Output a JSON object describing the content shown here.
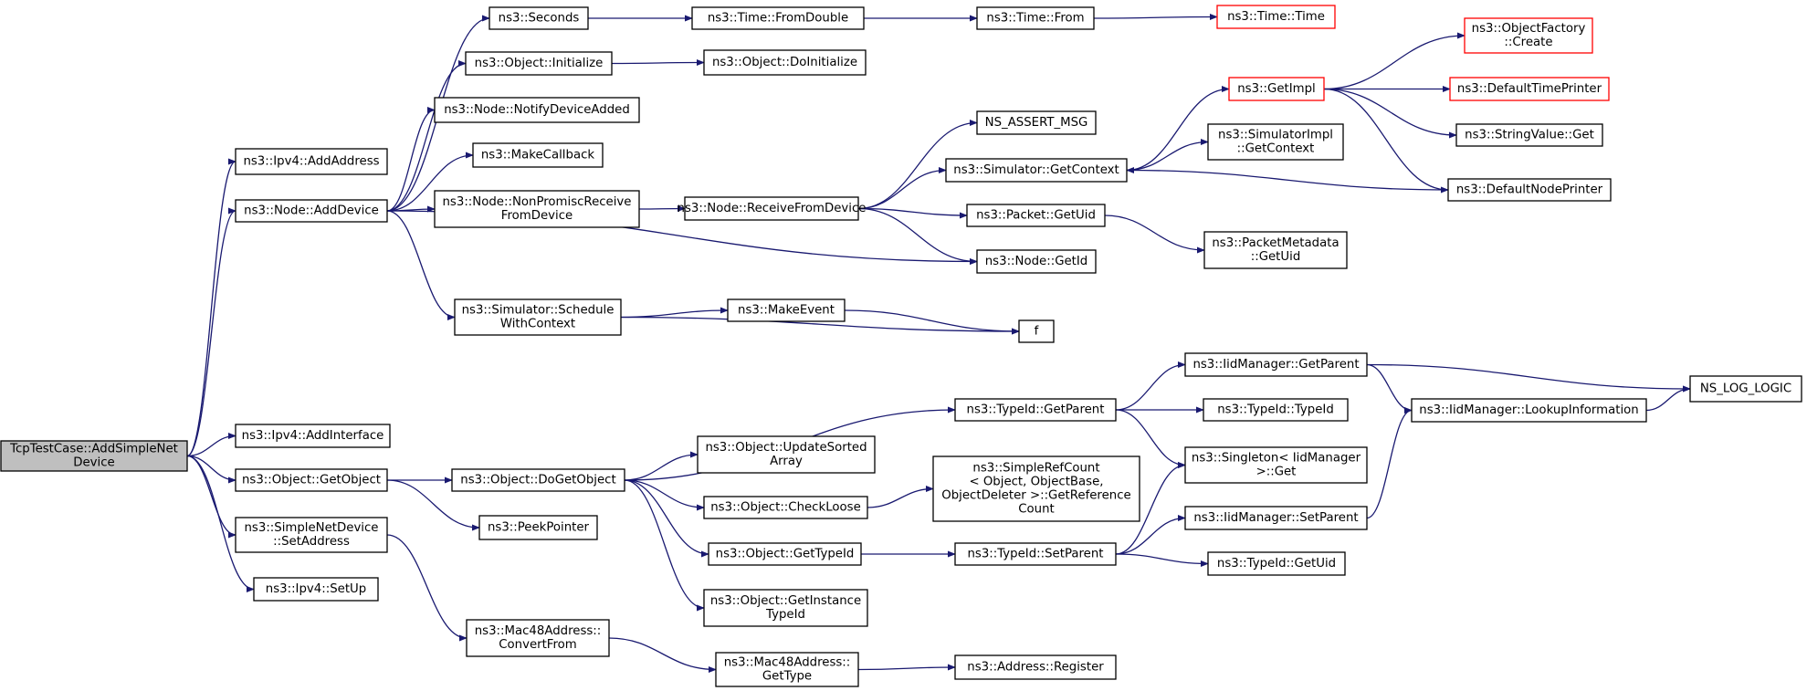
{
  "diagram": {
    "type": "call-graph",
    "nodes": [
      {
        "id": "root",
        "lines": [
          "TcpTestCase::AddSimpleNet",
          "Device"
        ],
        "style": "root"
      },
      {
        "id": "ipv4_addaddress",
        "lines": [
          "ns3::Ipv4::AddAddress"
        ]
      },
      {
        "id": "node_adddevice",
        "lines": [
          "ns3::Node::AddDevice"
        ]
      },
      {
        "id": "ipv4_addinterface",
        "lines": [
          "ns3::Ipv4::AddInterface"
        ]
      },
      {
        "id": "object_getobject",
        "lines": [
          "ns3::Object::GetObject"
        ]
      },
      {
        "id": "simplenetdevice_setaddress",
        "lines": [
          "ns3::SimpleNetDevice",
          "::SetAddress"
        ]
      },
      {
        "id": "ipv4_setup",
        "lines": [
          "ns3::Ipv4::SetUp"
        ]
      },
      {
        "id": "seconds",
        "lines": [
          "ns3::Seconds"
        ]
      },
      {
        "id": "object_initialize",
        "lines": [
          "ns3::Object::Initialize"
        ]
      },
      {
        "id": "node_notifydeviceadded",
        "lines": [
          "ns3::Node::NotifyDeviceAdded"
        ]
      },
      {
        "id": "makecallback",
        "lines": [
          "ns3::MakeCallback"
        ]
      },
      {
        "id": "node_nonpromiscreceive",
        "lines": [
          "ns3::Node::NonPromiscReceive",
          "FromDevice"
        ]
      },
      {
        "id": "simulator_schedulewithcontext",
        "lines": [
          "ns3::Simulator::Schedule",
          "WithContext"
        ]
      },
      {
        "id": "object_dogetobject",
        "lines": [
          "ns3::Object::DoGetObject"
        ]
      },
      {
        "id": "peekpointer",
        "lines": [
          "ns3::PeekPointer"
        ]
      },
      {
        "id": "mac48_convertfrom",
        "lines": [
          "ns3::Mac48Address::",
          "ConvertFrom"
        ]
      },
      {
        "id": "time_fromdouble",
        "lines": [
          "ns3::Time::FromDouble"
        ]
      },
      {
        "id": "object_doinitialize",
        "lines": [
          "ns3::Object::DoInitialize"
        ]
      },
      {
        "id": "node_receivefromdevice",
        "lines": [
          "ns3::Node::ReceiveFromDevice"
        ]
      },
      {
        "id": "makeevent",
        "lines": [
          "ns3::MakeEvent"
        ]
      },
      {
        "id": "object_updatesortedarray",
        "lines": [
          "ns3::Object::UpdateSorted",
          "Array"
        ]
      },
      {
        "id": "object_checkloose",
        "lines": [
          "ns3::Object::CheckLoose"
        ]
      },
      {
        "id": "object_gettypeid",
        "lines": [
          "ns3::Object::GetTypeId"
        ]
      },
      {
        "id": "object_getinstancetypeid",
        "lines": [
          "ns3::Object::GetInstance",
          "TypeId"
        ]
      },
      {
        "id": "mac48_gettype",
        "lines": [
          "ns3::Mac48Address::",
          "GetType"
        ]
      },
      {
        "id": "time_from",
        "lines": [
          "ns3::Time::From"
        ]
      },
      {
        "id": "ns_assert_msg",
        "lines": [
          "NS_ASSERT_MSG"
        ]
      },
      {
        "id": "simulator_getcontext",
        "lines": [
          "ns3::Simulator::GetContext"
        ]
      },
      {
        "id": "packet_getuid",
        "lines": [
          "ns3::Packet::GetUid"
        ]
      },
      {
        "id": "node_getid",
        "lines": [
          "ns3::Node::GetId"
        ]
      },
      {
        "id": "f",
        "lines": [
          "f"
        ]
      },
      {
        "id": "typeid_getparent",
        "lines": [
          "ns3::TypeId::GetParent"
        ]
      },
      {
        "id": "simplerefcount",
        "lines": [
          "ns3::SimpleRefCount",
          "< Object, ObjectBase,",
          "ObjectDeleter >::GetReference",
          "Count"
        ]
      },
      {
        "id": "typeid_setparent",
        "lines": [
          "ns3::TypeId::SetParent"
        ]
      },
      {
        "id": "address_register",
        "lines": [
          "ns3::Address::Register"
        ]
      },
      {
        "id": "time_time",
        "lines": [
          "ns3::Time::Time"
        ],
        "style": "red"
      },
      {
        "id": "getimpl",
        "lines": [
          "ns3::GetImpl"
        ],
        "style": "red"
      },
      {
        "id": "simulatorimpl_getcontext",
        "lines": [
          "ns3::SimulatorImpl",
          "::GetContext"
        ]
      },
      {
        "id": "packetmetadata_getuid",
        "lines": [
          "ns3::PacketMetadata",
          "::GetUid"
        ]
      },
      {
        "id": "iidmanager_getparent",
        "lines": [
          "ns3::IidManager::GetParent"
        ]
      },
      {
        "id": "typeid_typeid",
        "lines": [
          "ns3::TypeId::TypeId"
        ]
      },
      {
        "id": "singleton_get",
        "lines": [
          "ns3::Singleton< IidManager",
          ">::Get"
        ]
      },
      {
        "id": "iidmanager_setparent",
        "lines": [
          "ns3::IidManager::SetParent"
        ]
      },
      {
        "id": "typeid_getuid",
        "lines": [
          "ns3::TypeId::GetUid"
        ]
      },
      {
        "id": "objectfactory_create",
        "lines": [
          "ns3::ObjectFactory",
          "::Create"
        ],
        "style": "red"
      },
      {
        "id": "defaulttimeprinter",
        "lines": [
          "ns3::DefaultTimePrinter"
        ],
        "style": "red"
      },
      {
        "id": "stringvalue_get",
        "lines": [
          "ns3::StringValue::Get"
        ]
      },
      {
        "id": "defaultnodeprinter",
        "lines": [
          "ns3::DefaultNodePrinter"
        ]
      },
      {
        "id": "iidmanager_lookupinformation",
        "lines": [
          "ns3::IidManager::LookupInformation"
        ]
      },
      {
        "id": "ns_log_logic",
        "lines": [
          "NS_LOG_LOGIC"
        ]
      }
    ],
    "edges": [
      [
        "root",
        "ipv4_addaddress"
      ],
      [
        "root",
        "node_adddevice"
      ],
      [
        "root",
        "ipv4_addinterface"
      ],
      [
        "root",
        "object_getobject"
      ],
      [
        "root",
        "simplenetdevice_setaddress"
      ],
      [
        "root",
        "ipv4_setup"
      ],
      [
        "node_adddevice",
        "seconds"
      ],
      [
        "node_adddevice",
        "object_initialize"
      ],
      [
        "node_adddevice",
        "node_notifydeviceadded"
      ],
      [
        "node_adddevice",
        "makecallback"
      ],
      [
        "node_adddevice",
        "node_nonpromiscreceive"
      ],
      [
        "node_adddevice",
        "node_getid"
      ],
      [
        "node_adddevice",
        "simulator_schedulewithcontext"
      ],
      [
        "seconds",
        "time_fromdouble"
      ],
      [
        "time_fromdouble",
        "time_from"
      ],
      [
        "time_from",
        "time_time"
      ],
      [
        "object_initialize",
        "object_doinitialize"
      ],
      [
        "node_nonpromiscreceive",
        "node_receivefromdevice"
      ],
      [
        "node_receivefromdevice",
        "ns_assert_msg"
      ],
      [
        "node_receivefromdevice",
        "simulator_getcontext"
      ],
      [
        "node_receivefromdevice",
        "packet_getuid"
      ],
      [
        "node_receivefromdevice",
        "node_getid"
      ],
      [
        "simulator_getcontext",
        "getimpl"
      ],
      [
        "simulator_getcontext",
        "simulatorimpl_getcontext"
      ],
      [
        "getimpl",
        "objectfactory_create"
      ],
      [
        "getimpl",
        "defaulttimeprinter"
      ],
      [
        "getimpl",
        "stringvalue_get"
      ],
      [
        "getimpl",
        "defaultnodeprinter"
      ],
      [
        "defaultnodeprinter",
        "simulator_getcontext"
      ],
      [
        "packet_getuid",
        "packetmetadata_getuid"
      ],
      [
        "simulator_schedulewithcontext",
        "makeevent"
      ],
      [
        "simulator_schedulewithcontext",
        "f"
      ],
      [
        "makeevent",
        "f"
      ],
      [
        "object_getobject",
        "object_dogetobject"
      ],
      [
        "object_getobject",
        "peekpointer"
      ],
      [
        "object_dogetobject",
        "typeid_getparent"
      ],
      [
        "object_dogetobject",
        "object_updatesortedarray"
      ],
      [
        "object_dogetobject",
        "object_checkloose"
      ],
      [
        "object_dogetobject",
        "object_gettypeid"
      ],
      [
        "object_dogetobject",
        "object_getinstancetypeid"
      ],
      [
        "object_checkloose",
        "simplerefcount"
      ],
      [
        "object_gettypeid",
        "typeid_setparent"
      ],
      [
        "typeid_getparent",
        "iidmanager_getparent"
      ],
      [
        "typeid_getparent",
        "typeid_typeid"
      ],
      [
        "typeid_getparent",
        "singleton_get"
      ],
      [
        "iidmanager_getparent",
        "ns_log_logic"
      ],
      [
        "iidmanager_getparent",
        "iidmanager_lookupinformation"
      ],
      [
        "iidmanager_lookupinformation",
        "ns_log_logic"
      ],
      [
        "typeid_setparent",
        "singleton_get"
      ],
      [
        "typeid_setparent",
        "iidmanager_setparent"
      ],
      [
        "typeid_setparent",
        "typeid_getuid"
      ],
      [
        "iidmanager_setparent",
        "iidmanager_lookupinformation"
      ],
      [
        "simplenetdevice_setaddress",
        "mac48_convertfrom"
      ],
      [
        "mac48_convertfrom",
        "mac48_gettype"
      ],
      [
        "mac48_gettype",
        "address_register"
      ]
    ]
  }
}
